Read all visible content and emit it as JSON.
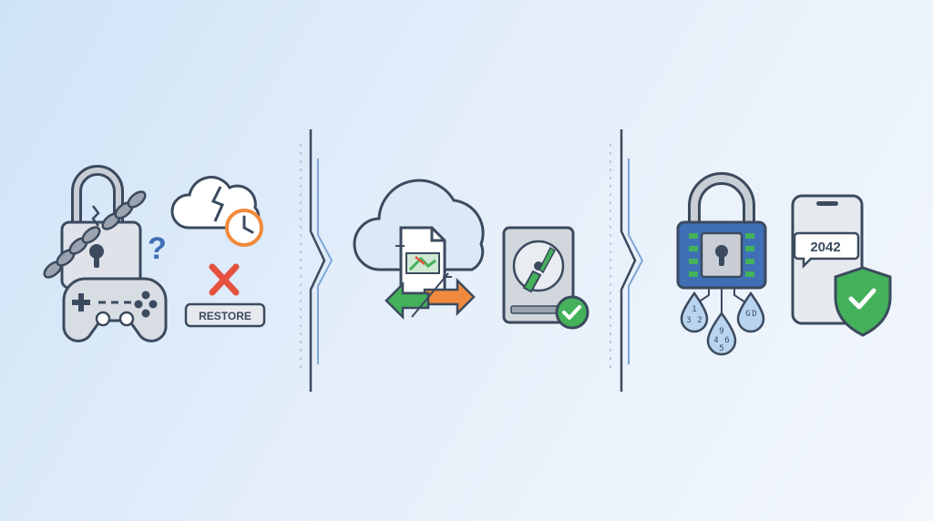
{
  "panel_problem": {
    "restore_label": "RESTORE",
    "question_mark": "?"
  },
  "panel_security": {
    "code": "2042",
    "drop_digits": {
      "left_top": "1",
      "left_a": "3",
      "left_b": "2",
      "mid_top": "9",
      "mid_a": "4",
      "mid_b": "6",
      "mid_c": "5",
      "right_a": "G",
      "right_b": "D"
    }
  },
  "colors": {
    "outline": "#3b4a5e",
    "steel": "#c9ced6",
    "steel_light": "#e6e9ee",
    "accent_blue": "#3f6fb5",
    "orange": "#f08a3c",
    "red": "#e4523f",
    "green": "#43b25a",
    "light_blue_fill": "#dbe8f6",
    "drop_blue": "#b9d4ef"
  }
}
